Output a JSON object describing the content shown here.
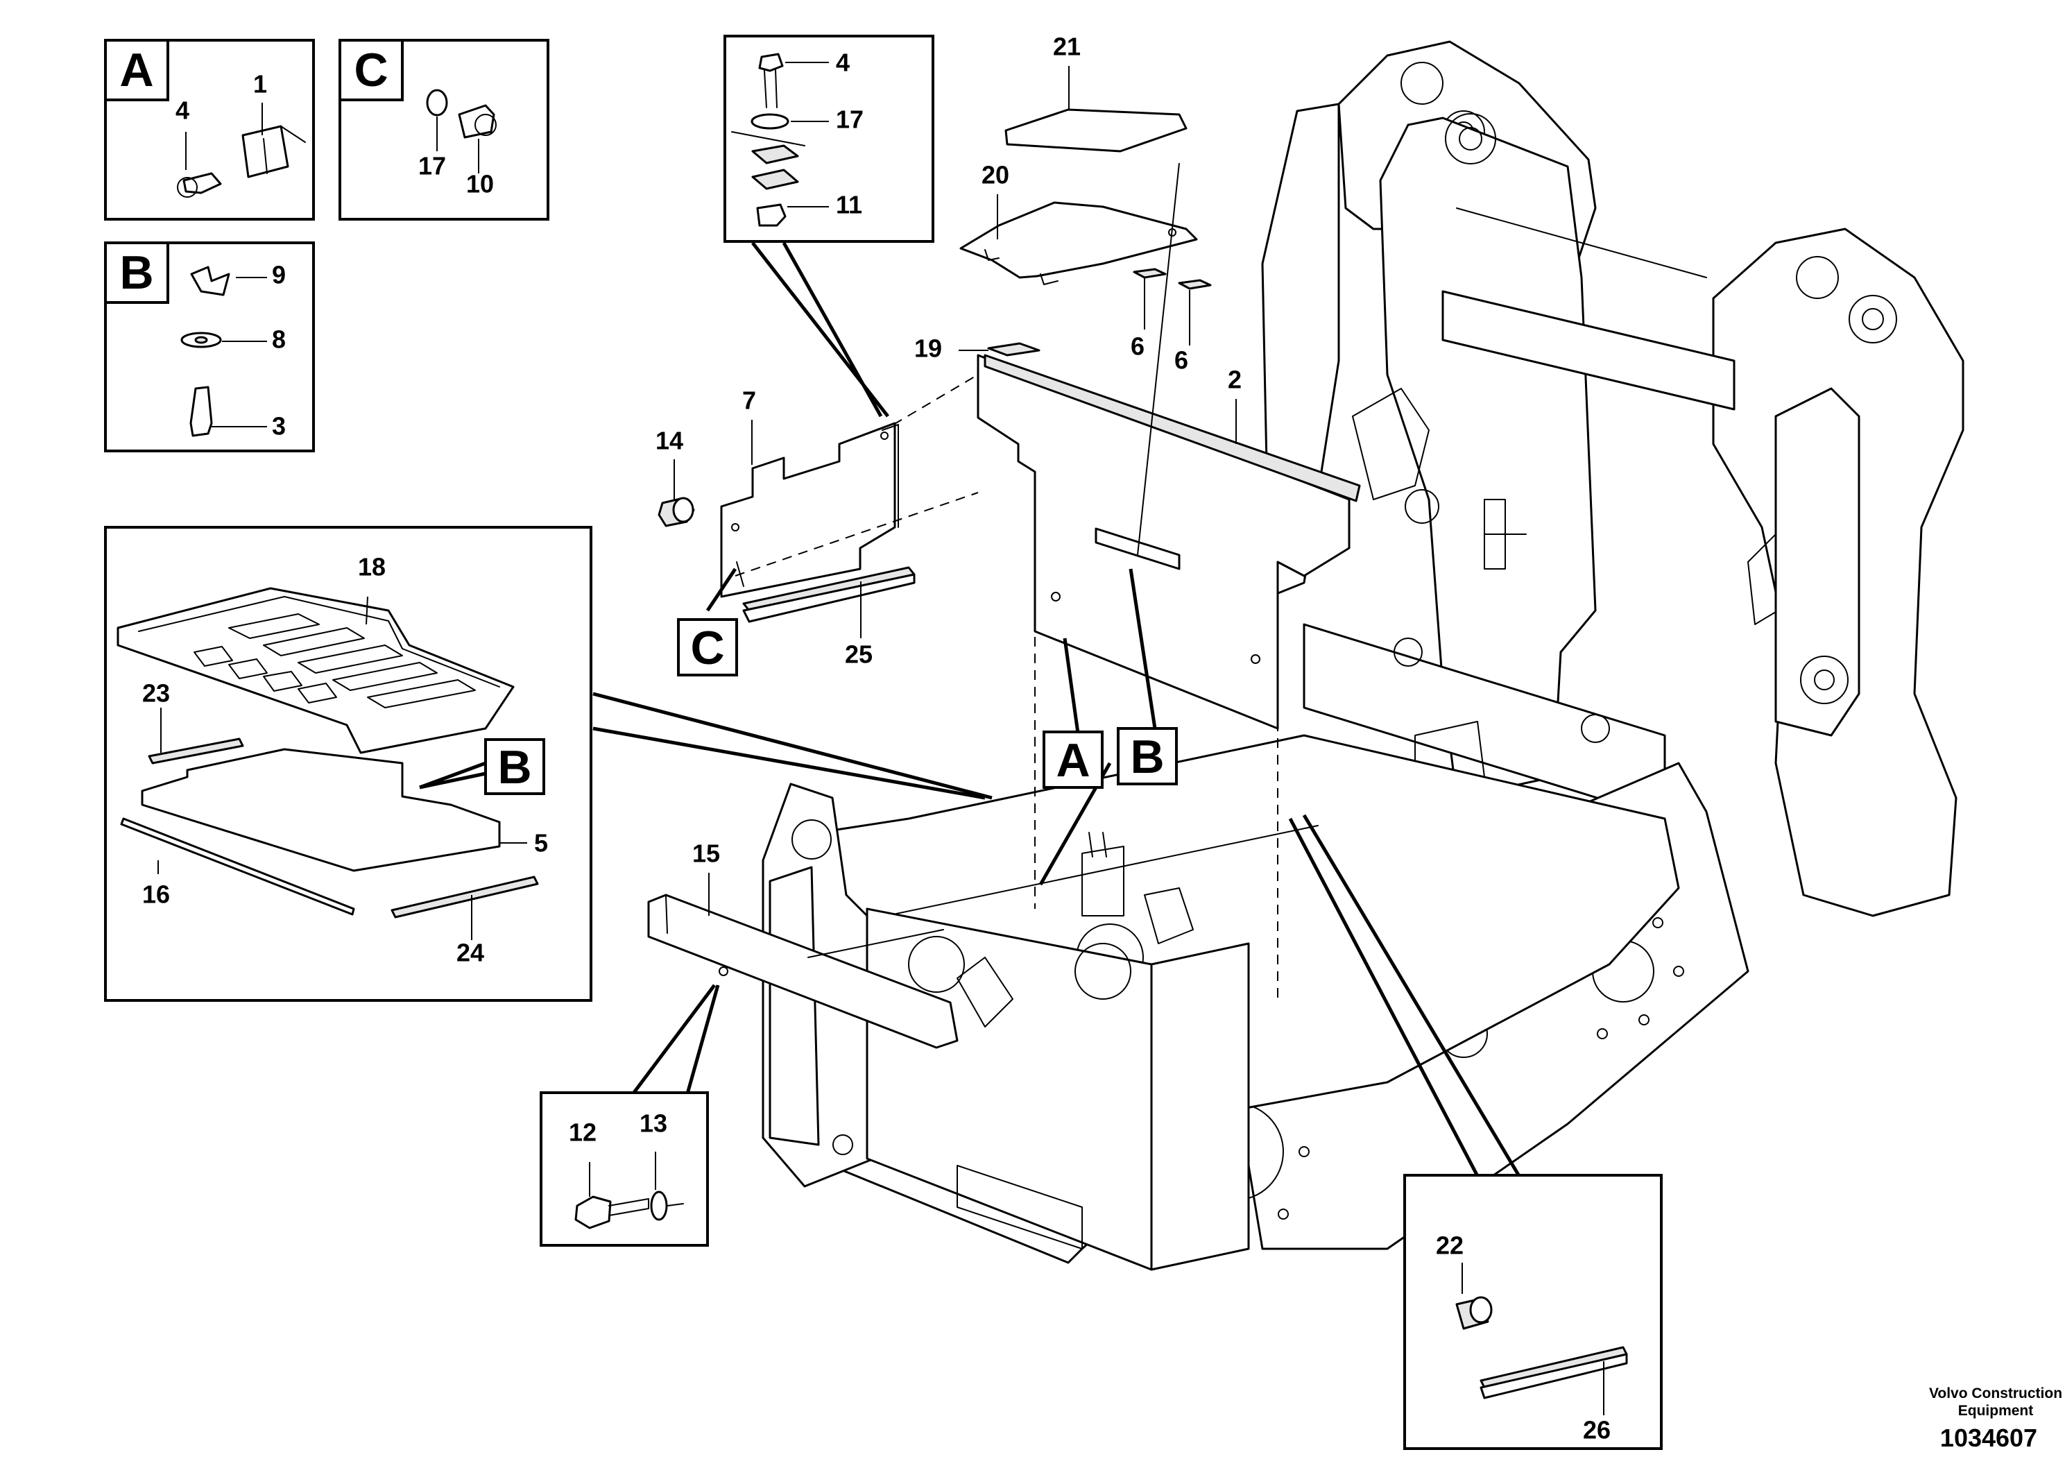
{
  "letters": {
    "A": "A",
    "B": "B",
    "C": "C"
  },
  "callouts": {
    "n1": "1",
    "n2": "2",
    "n3": "3",
    "n4": "4",
    "n5": "5",
    "n6": "6",
    "n7": "7",
    "n8": "8",
    "n9": "9",
    "n10": "10",
    "n11": "11",
    "n12": "12",
    "n13": "13",
    "n14": "14",
    "n15": "15",
    "n16": "16",
    "n17": "17",
    "n18": "18",
    "n19": "19",
    "n20": "20",
    "n21": "21",
    "n22": "22",
    "n23": "23",
    "n24": "24",
    "n25": "25",
    "n26": "26"
  },
  "footer": {
    "brand_line1": "Volvo Construction",
    "brand_line2": "Equipment",
    "doc_id": "1034607"
  }
}
